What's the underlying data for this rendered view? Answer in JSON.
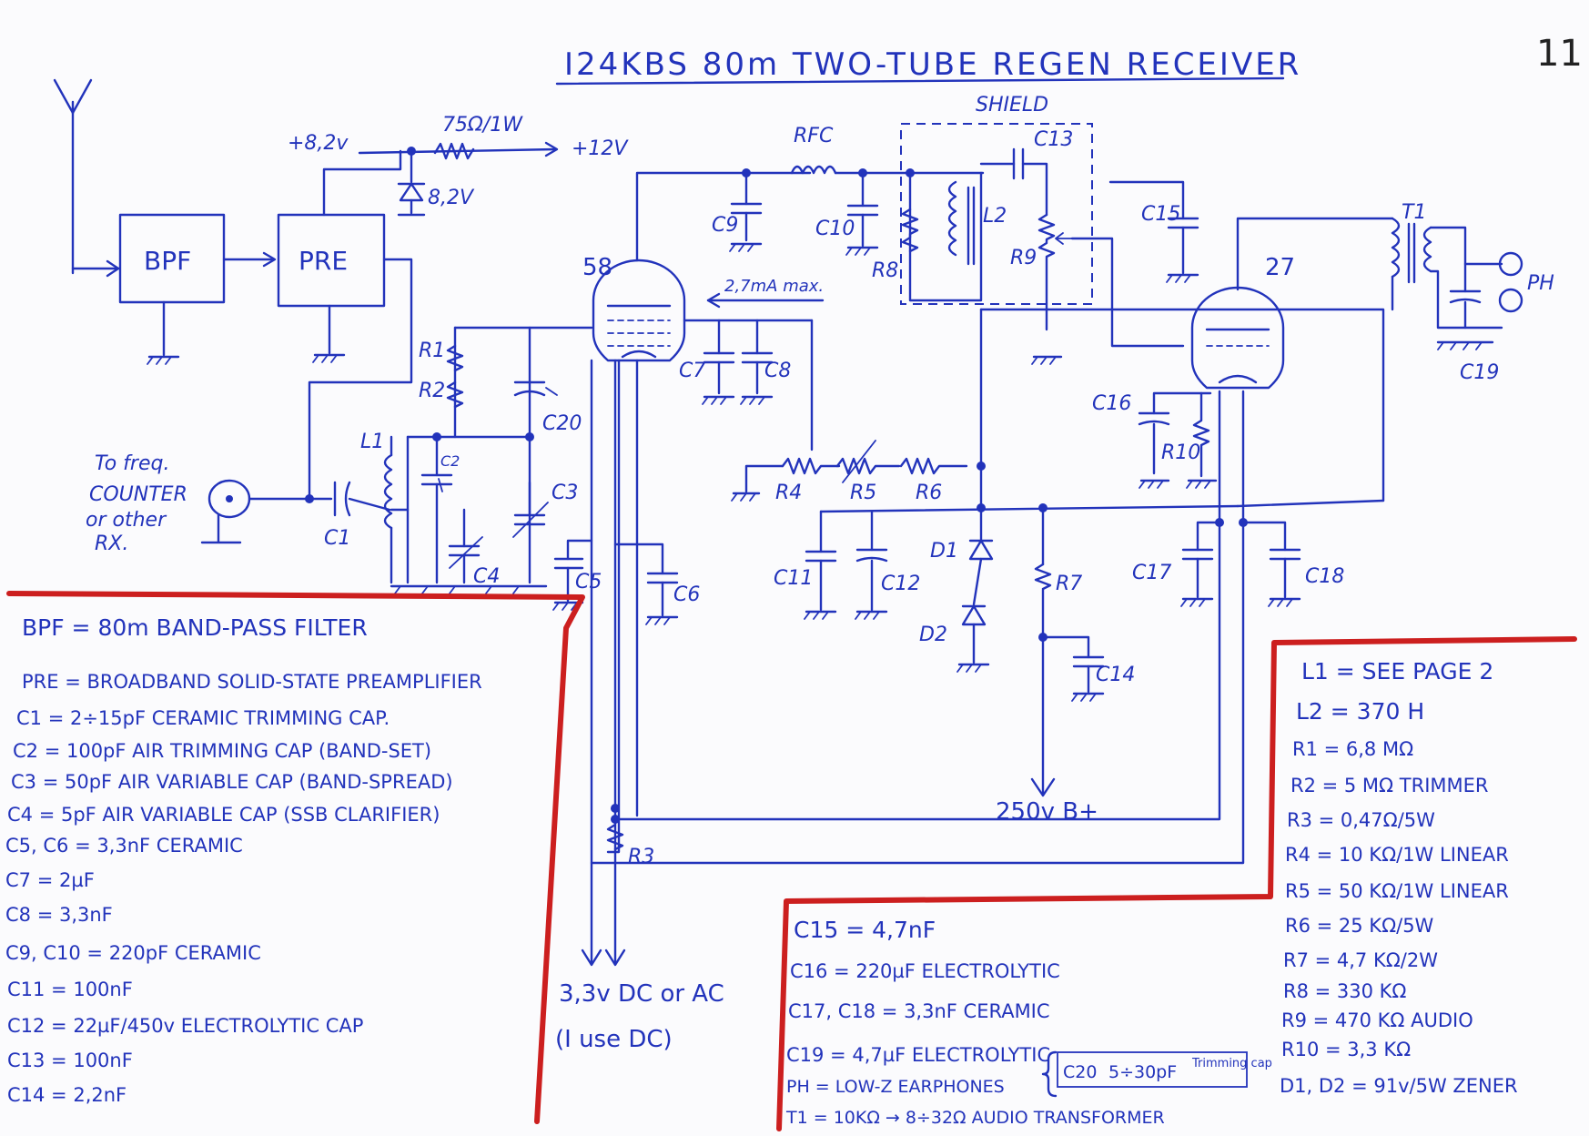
{
  "title": "I24KBS 80m TWO-TUBE REGEN RECEIVER",
  "page_number": "11",
  "blocks": {
    "bpf": "BPF",
    "pre": "PRE"
  },
  "supply": {
    "v_pre": "+8,2v",
    "dropper": "75Ω/1W",
    "v_in": "+12V",
    "zener": "8,2V",
    "b_plus": "250v B+",
    "heater": "3,3v DC or AC",
    "heater_note": "(I use DC)"
  },
  "tubes": {
    "t1": "58",
    "t2": "27"
  },
  "annotations": {
    "shield": "SHIELD",
    "current": "2,7mA max.",
    "counter": [
      "To freq.",
      "COUNTER",
      "or other",
      "RX."
    ],
    "ph": "PH"
  },
  "components": {
    "rfc": "RFC",
    "c1": "C1",
    "c2": "C2",
    "c3": "C3",
    "c4": "C4",
    "c5": "C5",
    "c6": "C6",
    "c7": "C7",
    "c8": "C8",
    "c9": "C9",
    "c10": "C10",
    "c11": "C11",
    "c12": "C12",
    "c13": "C13",
    "c14": "C14",
    "c15": "C15",
    "c16": "C16",
    "c17": "C17",
    "c18": "C18",
    "c19": "C19",
    "c20": "C20",
    "r1": "R1",
    "r2": "R2",
    "r3": "R3",
    "r4": "R4",
    "r5": "R5",
    "r6": "R6",
    "r7": "R7",
    "r8": "R8",
    "r9": "R9",
    "r10": "R10",
    "l1": "L1",
    "l2": "L2",
    "t1": "T1",
    "d1": "D1",
    "d2": "D2"
  },
  "legend_left": [
    "BPF = 80m BAND-PASS FILTER",
    "PRE = BROADBAND SOLID-STATE PREAMPLIFIER",
    "C1 = 2÷15pF CERAMIC TRIMMING CAP.",
    "C2 = 100pF AIR TRIMMING CAP (BAND-SET)",
    "C3 = 50pF AIR VARIABLE CAP (BAND-SPREAD)",
    "C4 = 5pF AIR VARIABLE CAP (SSB CLARIFIER)",
    "C5, C6 = 3,3nF CERAMIC",
    "C7 = 2µF",
    "C8 = 3,3nF",
    "C9, C10 = 220pF CERAMIC",
    "C11 = 100nF",
    "C12 = 22µF/450v ELECTROLYTIC CAP",
    "C13 = 100nF",
    "C14 = 2,2nF"
  ],
  "legend_middle": [
    "C15 = 4,7nF",
    "C16 = 220µF ELECTROLYTIC",
    "C17, C18 = 3,3nF CERAMIC",
    "C19 = 4,7µF ELECTROLYTIC",
    "PH = LOW-Z EARPHONES",
    "T1 = 10KΩ → 8÷32Ω AUDIO TRANSFORMER"
  ],
  "c20_note": {
    "c20": "C20",
    "value": "5÷30pF",
    "desc": "Trimming cap"
  },
  "legend_right": [
    "L1 = SEE PAGE 2",
    "L2 = 370 H",
    "R1 = 6,8 MΩ",
    "R2 = 5 MΩ TRIMMER",
    "R3 = 0,47Ω/5W",
    "R4 = 10 KΩ/1W LINEAR",
    "R5 = 50 KΩ/1W LINEAR",
    "R6 = 25 KΩ/5W",
    "R7 = 4,7 KΩ/2W",
    "R8 = 330 KΩ",
    "R9 = 470 KΩ AUDIO",
    "R10 = 3,3 KΩ",
    "D1, D2 = 91v/5W ZENER"
  ],
  "colors": {
    "ink": "#2233bb",
    "red_pencil": "#cc1f1f",
    "paper": "#fbfbfd"
  }
}
